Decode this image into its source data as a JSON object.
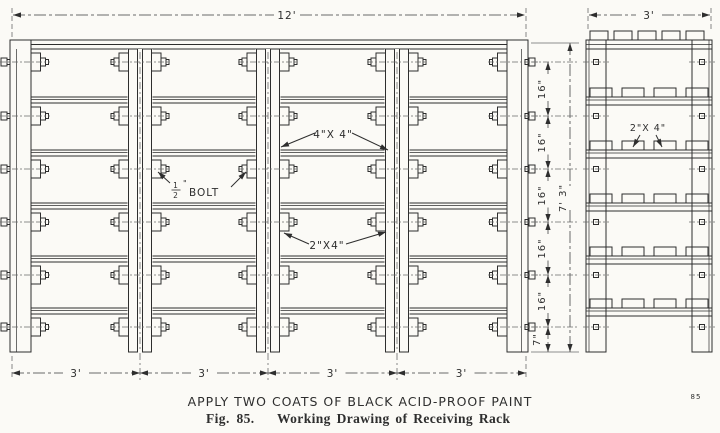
{
  "figure": {
    "caption_paint": "APPLY TWO COATS OF BLACK ACID-PROOF PAINT",
    "caption_fig": "Fig. 85.",
    "caption_title": "Working Drawing of Receiving Rack",
    "page_number": "85"
  },
  "front_view": {
    "width_dim": "12'",
    "bay_dims": [
      "3'",
      "3'",
      "3'",
      "3'"
    ],
    "height_dims": [
      "16\"",
      "16\"",
      "16\"",
      "16\"",
      "16\"",
      "7\""
    ],
    "overall_height_dim": "7' 3\"",
    "labels": {
      "post_label": "4\"X 4\"",
      "rail_label": "2\"X4\"",
      "bolt": {
        "numerator": "1",
        "denominator": "2",
        "unit_mark": "\"",
        "word": "BOLT"
      }
    }
  },
  "side_view": {
    "width_dim": "3'",
    "rail_label": "2\"X 4\""
  },
  "colors": {
    "ink": "#2e2e2e",
    "faint": "#6a6a6a",
    "paper": "#fbfaf6"
  }
}
